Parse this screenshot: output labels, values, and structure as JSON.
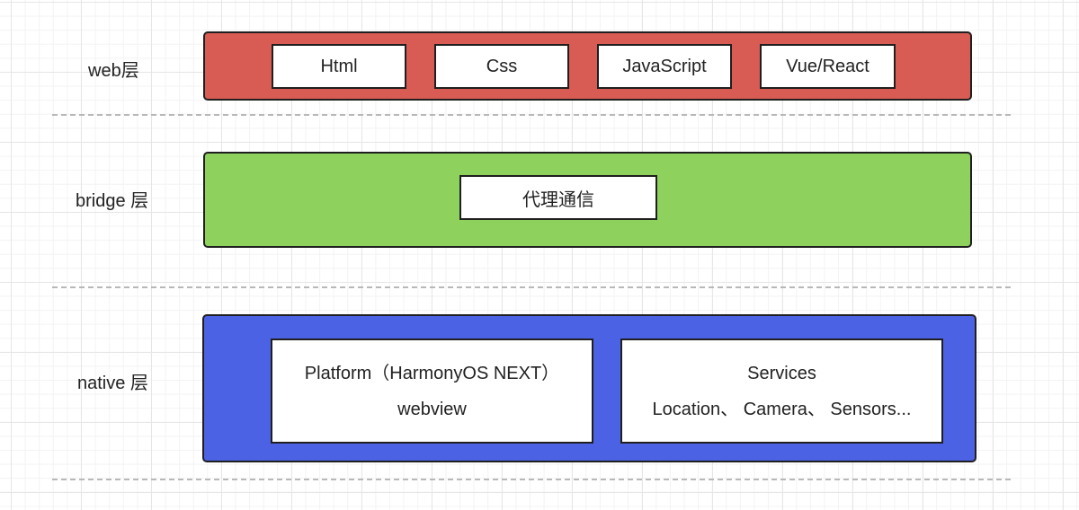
{
  "colors": {
    "web_layer": "#d85b54",
    "bridge_layer": "#8fd15d",
    "native_layer": "#4c62e4",
    "separator": "#b8b8b8"
  },
  "web": {
    "label": "web层",
    "items": [
      "Html",
      "Css",
      "JavaScript",
      "Vue/React"
    ]
  },
  "bridge": {
    "label": "bridge 层",
    "items": [
      "代理通信"
    ]
  },
  "native": {
    "label": "native 层",
    "platform": {
      "line1": "Platform（HarmonyOS NEXT）",
      "line2": "webview"
    },
    "services": {
      "line1": "Services",
      "line2": "Location、 Camera、 Sensors..."
    }
  }
}
